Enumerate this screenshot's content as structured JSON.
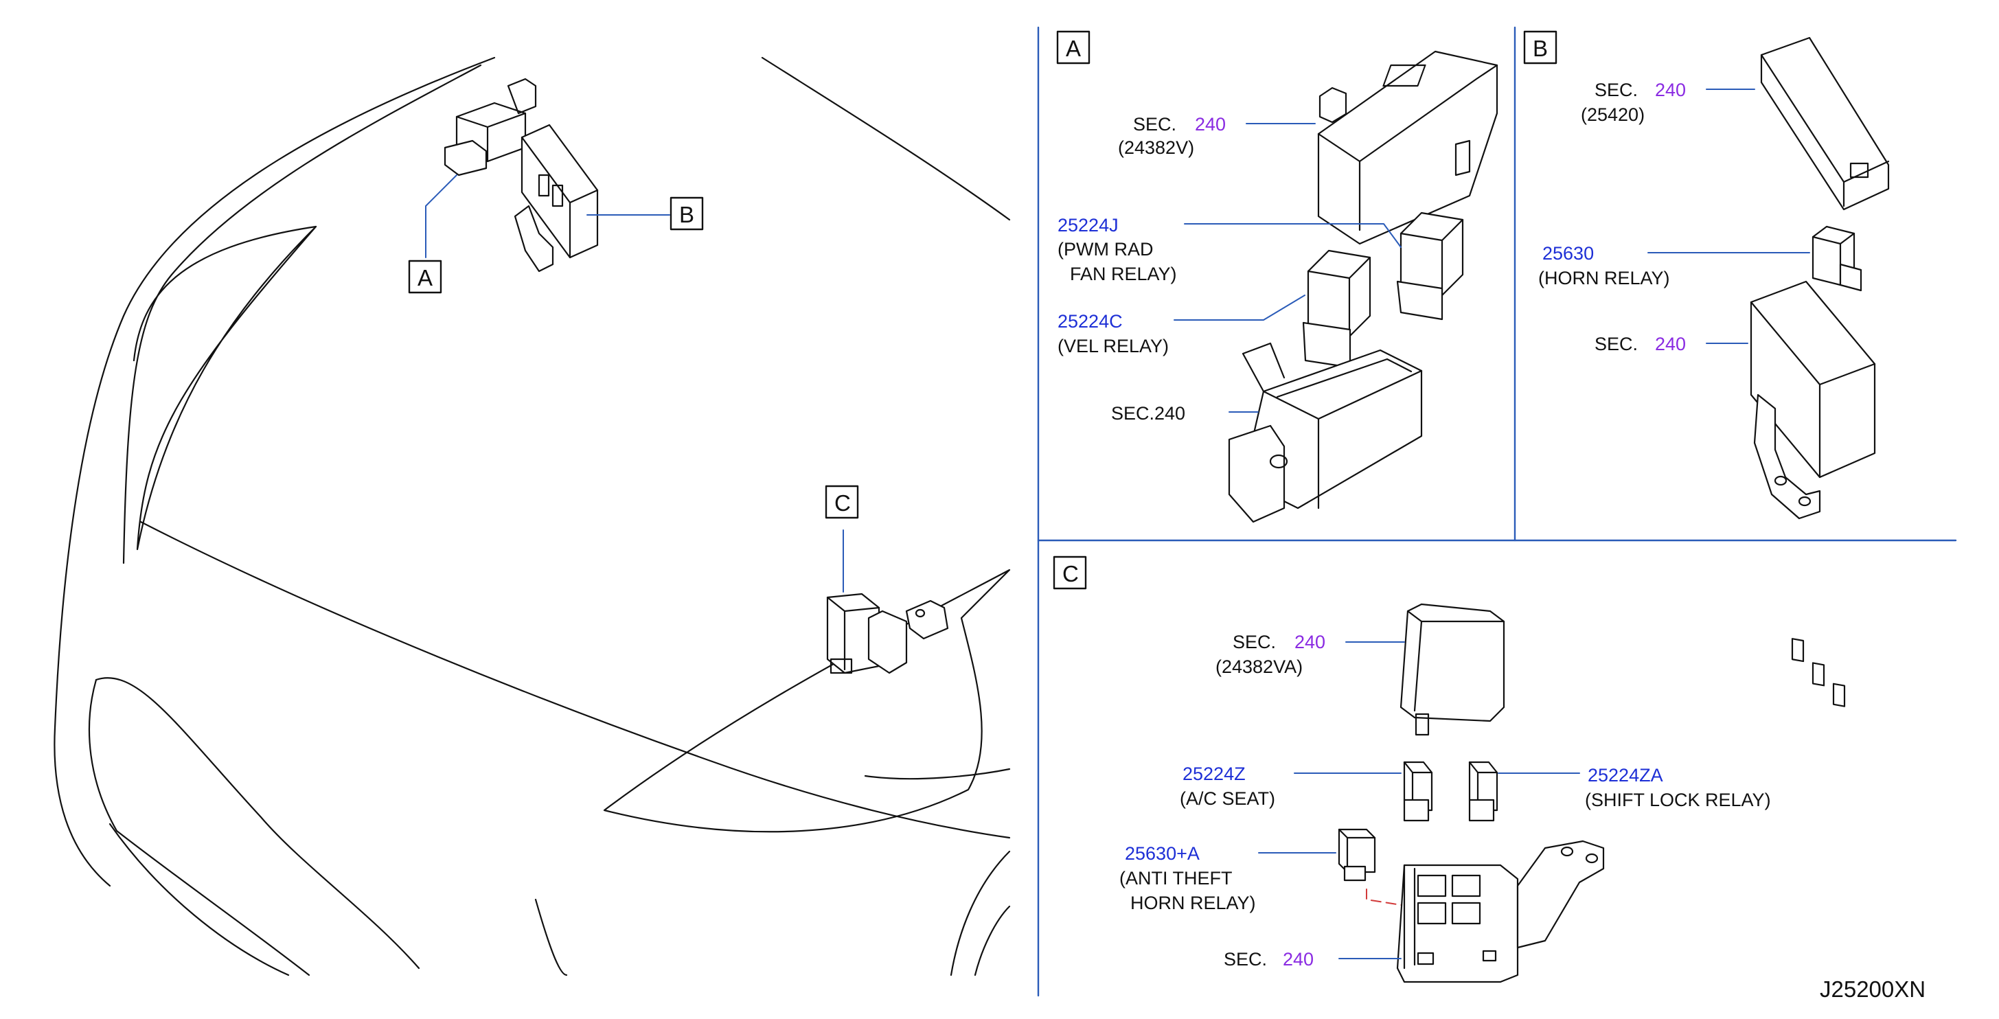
{
  "colors": {
    "line": "#111111",
    "leader": "#2a5bb8",
    "part_number": "#1d2fd6",
    "section_number": "#8a2be2",
    "dash": "#d23a3a"
  },
  "overview": {
    "callouts": [
      {
        "letter": "A"
      },
      {
        "letter": "B"
      },
      {
        "letter": "C"
      }
    ]
  },
  "panels": {
    "A": {
      "letter": "A",
      "sec_cover": {
        "prefix": "SEC.",
        "num": "240",
        "code": "(24382V)"
      },
      "pwm_relay": {
        "pn": "25224J",
        "line1": "(PWM RAD",
        "line2": "FAN RELAY)"
      },
      "vel_relay": {
        "pn": "25224C",
        "line1": "(VEL RELAY)"
      },
      "sec_box": {
        "text": "SEC.240"
      }
    },
    "B": {
      "letter": "B",
      "sec_cover": {
        "prefix": "SEC.",
        "num": "240",
        "code": "(25420)"
      },
      "horn_relay": {
        "pn": "25630",
        "line1": "(HORN RELAY)"
      },
      "sec_box": {
        "prefix": "SEC.",
        "num": "240"
      }
    },
    "C": {
      "letter": "C",
      "sec_cover": {
        "prefix": "SEC.",
        "num": "240",
        "code": "(24382VA)"
      },
      "ac_seat": {
        "pn": "25224Z",
        "line1": "(A/C SEAT)"
      },
      "shift_lock": {
        "pn": "25224ZA",
        "line1": "(SHIFT LOCK RELAY)"
      },
      "anti_theft": {
        "pn": "25630+A",
        "line1": "(ANTI THEFT",
        "line2": "HORN RELAY)"
      },
      "sec_box": {
        "prefix": "SEC.",
        "num": "240"
      }
    }
  },
  "diagram_code": "J25200XN"
}
